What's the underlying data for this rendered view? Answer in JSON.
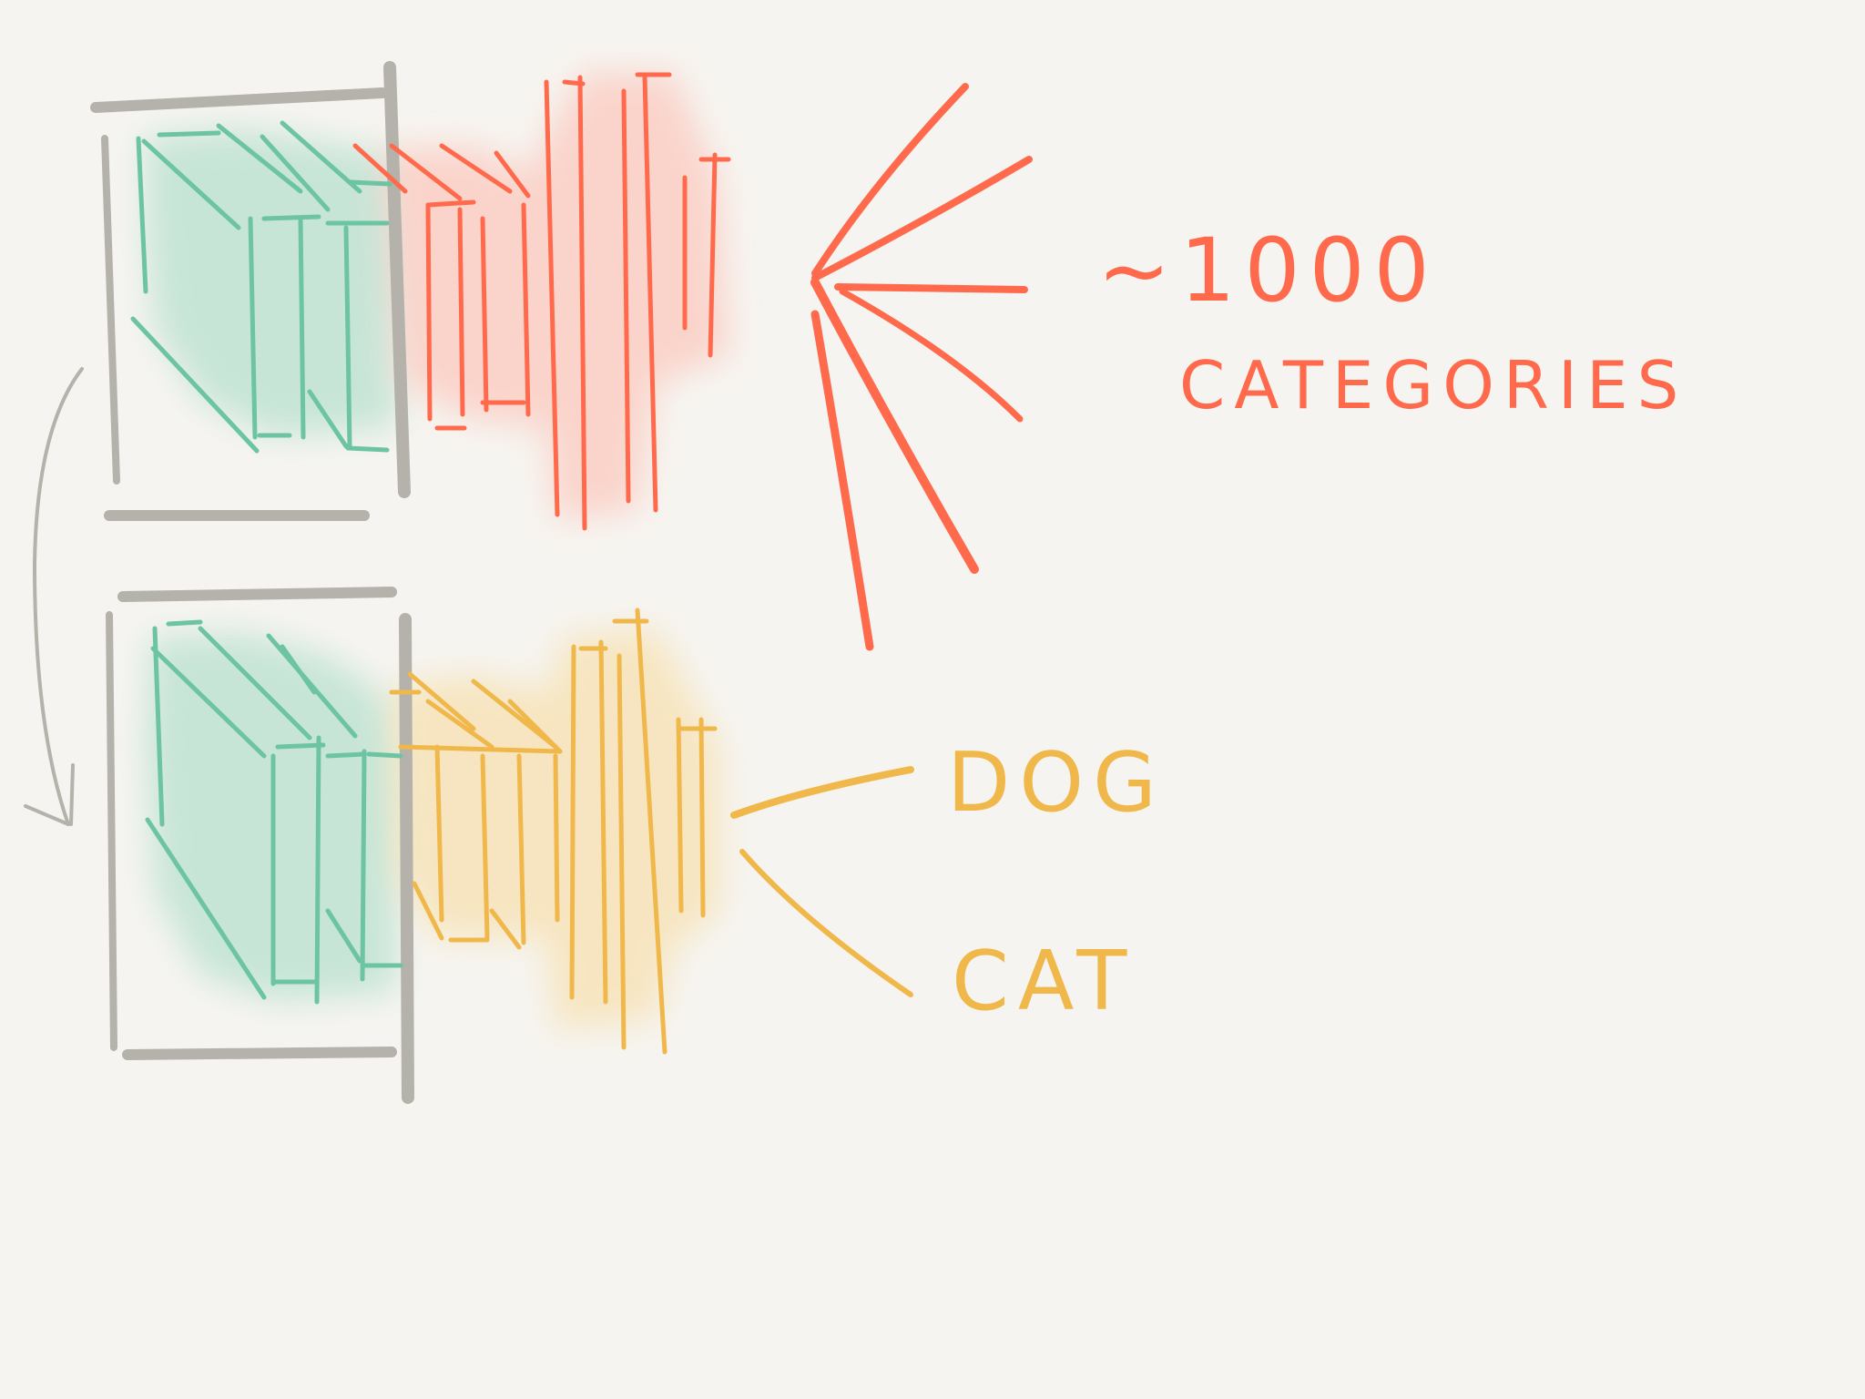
{
  "labels": {
    "top_count": "~1000",
    "top_categories": "CATEGORIES",
    "bottom_dog": "DOG",
    "bottom_cat": "CAT"
  },
  "colors": {
    "background": "#f6f4f0",
    "frame_gray": "#b4b2aa",
    "conv_teal": "#6cc4a2",
    "conv_teal_wash": "#bfe3d3",
    "top_head_red": "#ff6a4d",
    "top_head_wash": "#fbcfc5",
    "bottom_head_yellow": "#f0b84a",
    "bottom_head_wash": "#f7e3b8"
  }
}
